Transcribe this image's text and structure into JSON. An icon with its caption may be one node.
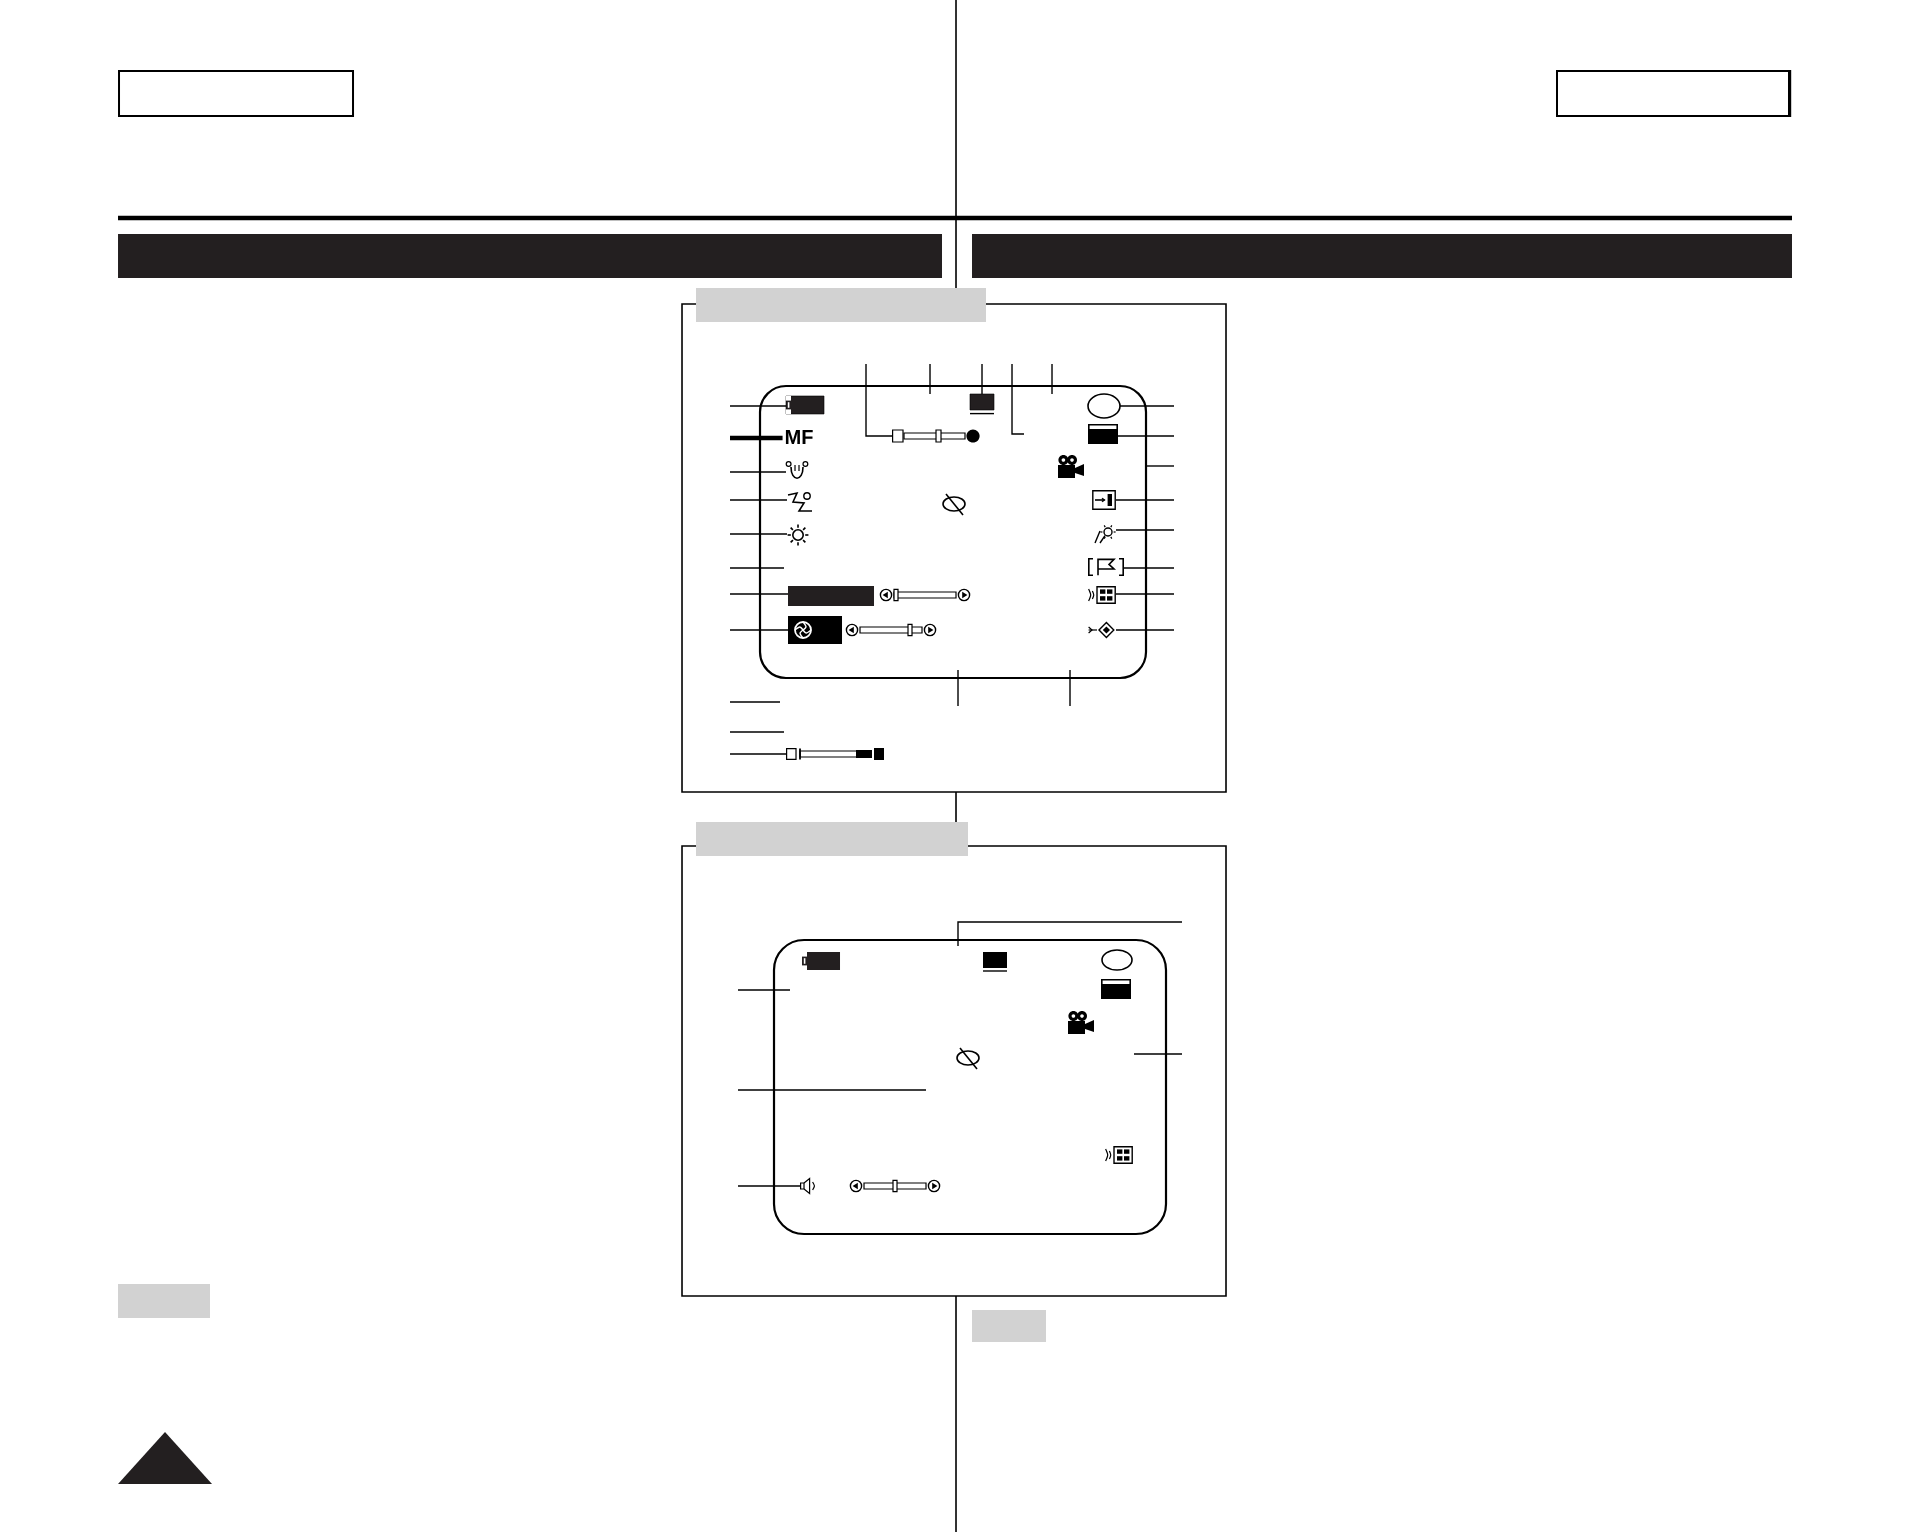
{
  "diagram": {
    "nodes": [
      {
        "text": [],
        "shape": "bar"
      },
      {
        "text": [],
        "shape": "bar"
      },
      {
        "text": [],
        "shape": "bar"
      },
      {
        "text": [],
        "shape": "box"
      },
      {
        "text": [],
        "shape": "box",
        "in": 3
      },
      {
        "text": [],
        "shape": "box",
        "in": 4
      },
      {
        "text": [
          "MF"
        ],
        "in": 4
      },
      {
        "text": [],
        "shape": "picture",
        "in": 4
      },
      {
        "text": [],
        "shape": "picture",
        "in": 4
      },
      {
        "text": [],
        "shape": "picture",
        "in": 4
      },
      {
        "text": [],
        "shape": "bar",
        "in": 4
      },
      {
        "text": [],
        "shape": "picture",
        "in": 4
      },
      {
        "text": [],
        "shape": "picture",
        "in": 4
      },
      {
        "text": [],
        "shape": "box",
        "in": 4
      },
      {
        "text": [],
        "shape": "circle",
        "in": 4
      },
      {
        "text": [],
        "shape": "picture",
        "in": 4
      },
      {
        "text": [],
        "shape": "picture",
        "in": 4
      },
      {
        "text": [],
        "shape": "picture",
        "in": 4
      },
      {
        "text": [],
        "shape": "picture",
        "in": 4
      },
      {
        "text": [],
        "shape": "picture",
        "in": 4
      },
      {
        "text": [],
        "shape": "picture",
        "in": 4
      },
      {
        "text": [],
        "shape": "picture",
        "in": 3
      },
      {
        "text": [],
        "shape": "bar"
      },
      {
        "text": [],
        "shape": "box"
      },
      {
        "text": [],
        "shape": "box",
        "in": 23
      },
      {
        "text": [],
        "shape": "picture",
        "in": 24
      }
    ],
    "edges": [
      {
        "from": null,
        "to": 5,
        "arrow": "none"
      },
      {
        "from": null,
        "to": 6,
        "arrow": "none",
        "style": "thick"
      },
      {
        "from": null,
        "to": 7,
        "arrow": "none"
      },
      {
        "from": null,
        "to": 8,
        "arrow": "none"
      },
      {
        "from": null,
        "to": 9,
        "arrow": "none"
      },
      {
        "from": null,
        "to": 10,
        "arrow": "none"
      },
      {
        "from": null,
        "to": 11,
        "arrow": "none"
      },
      {
        "from": null,
        "to": 12,
        "arrow": "none"
      },
      {
        "from": null,
        "to": 13,
        "arrow": "none"
      },
      {
        "from": null,
        "to": 14,
        "arrow": "none"
      },
      {
        "from": null,
        "to": 15,
        "arrow": "none"
      },
      {
        "from": null,
        "to": 16,
        "arrow": "none"
      },
      {
        "from": null,
        "to": 17,
        "arrow": "none"
      },
      {
        "from": null,
        "to": 18,
        "arrow": "none"
      },
      {
        "from": null,
        "to": 19,
        "arrow": "none"
      },
      {
        "from": null,
        "to": 20,
        "arrow": "none"
      },
      {
        "from": null,
        "to": 21,
        "arrow": "none"
      },
      {
        "from": null,
        "to": 25,
        "arrow": "none"
      },
      {
        "from": null,
        "to": 4,
        "arrow": "none"
      },
      {
        "from": null,
        "to": 4,
        "arrow": "none"
      },
      {
        "from": null,
        "to": 4,
        "arrow": "none"
      },
      {
        "from": null,
        "to": 4,
        "arrow": "none"
      },
      {
        "from": null,
        "to": 4,
        "arrow": "none"
      },
      {
        "from": null,
        "to": 4,
        "arrow": "none"
      },
      {
        "from": null,
        "to": 4,
        "arrow": "none"
      },
      {
        "from": null,
        "to": 24,
        "arrow": "none"
      },
      {
        "from": null,
        "to": 24,
        "arrow": "none"
      },
      {
        "from": null,
        "to": 24,
        "arrow": "none"
      },
      {
        "from": null,
        "to": 24,
        "arrow": "none"
      },
      {
        "from": null,
        "to": 21,
        "arrow": "none"
      }
    ]
  }
}
